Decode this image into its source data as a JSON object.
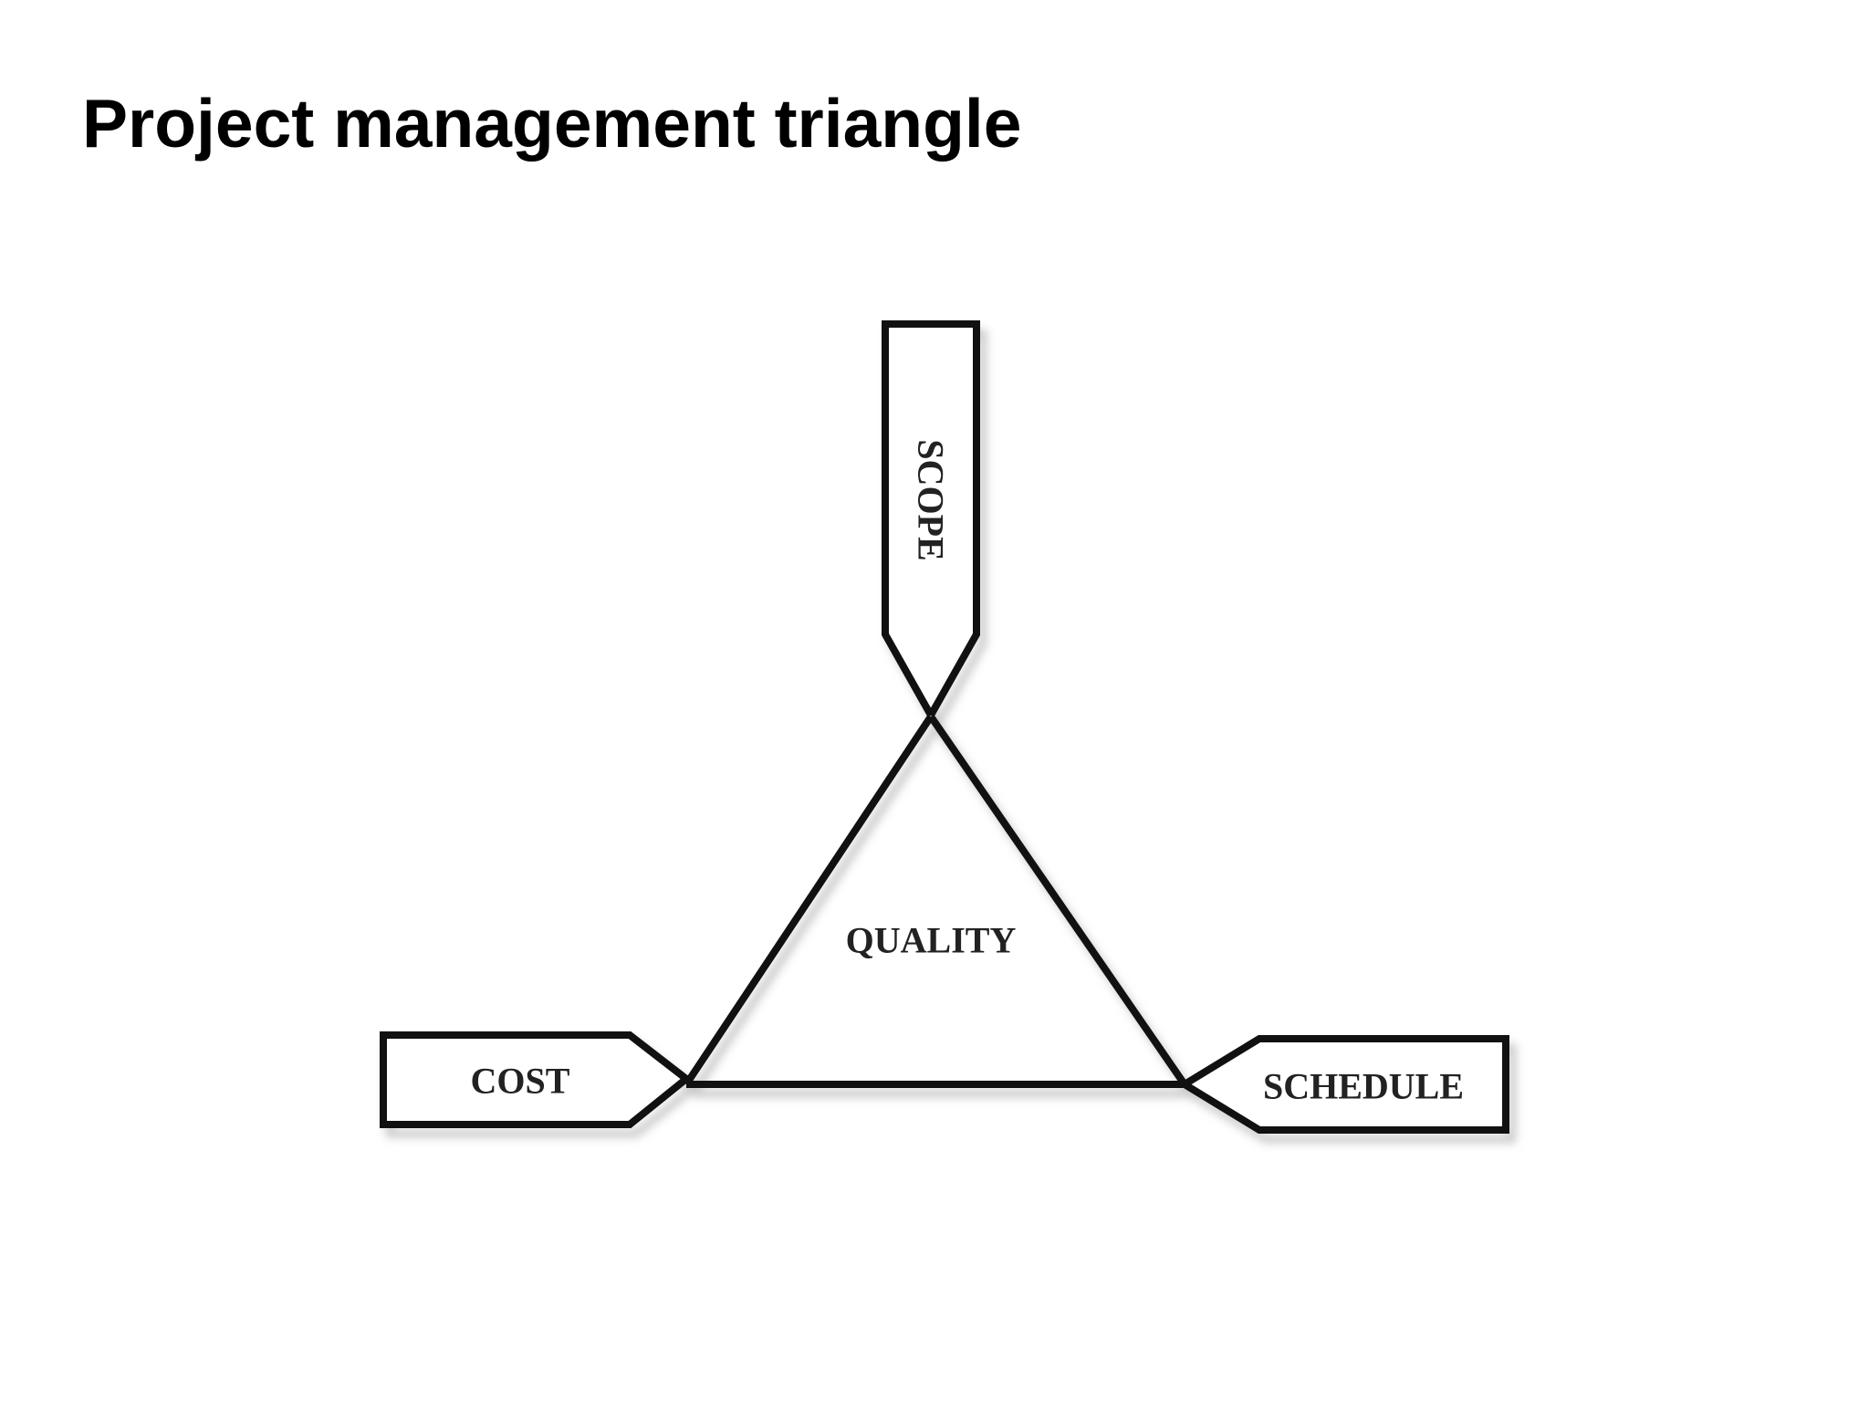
{
  "title": "Project management triangle",
  "diagram": {
    "center_label": "QUALITY",
    "top_label": "SCOPE",
    "left_label": "COST",
    "right_label": "SCHEDULE"
  },
  "colors": {
    "stroke": "#111111",
    "shadow": "#bdbdbd",
    "text": "#222222",
    "background": "#ffffff"
  }
}
